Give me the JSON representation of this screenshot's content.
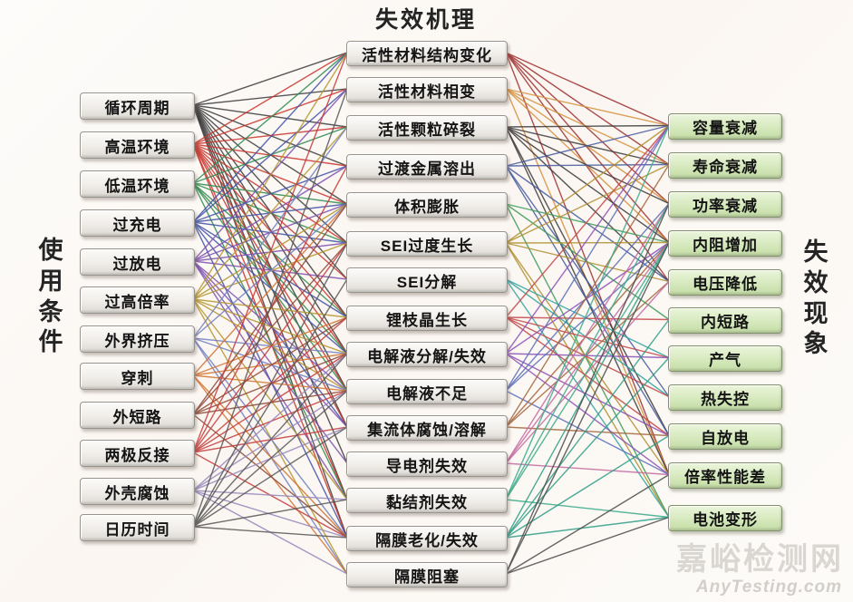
{
  "title": "失效机理",
  "left_column_label": "使用条件",
  "right_column_label": "失效现象",
  "watermark": {
    "site_name": "嘉峪检测网",
    "site_url": "AnyTesting.com"
  },
  "colors": {
    "background": "#fdfbf8",
    "condition_box": "#efece8",
    "mechanism_box": "#efece8",
    "phenomenon_box": "#d6e9bd",
    "text": "#141414"
  },
  "diagram": {
    "conditions": [
      {
        "label": "循环周期",
        "color": "#3b3b3b",
        "mechanism_links": [
          0,
          1,
          2,
          3,
          4,
          5,
          6,
          7,
          8,
          9,
          10,
          11,
          12,
          13
        ]
      },
      {
        "label": "高温环境",
        "color": "#c9342a",
        "mechanism_links": [
          0,
          1,
          2,
          3,
          4,
          5,
          6,
          7,
          8,
          9,
          10,
          12,
          13
        ]
      },
      {
        "label": "低温环境",
        "color": "#2e8b4f",
        "mechanism_links": [
          0,
          2,
          4,
          5,
          7,
          8,
          9,
          12
        ]
      },
      {
        "label": "过充电",
        "color": "#3f51a8",
        "mechanism_links": [
          0,
          1,
          3,
          4,
          5,
          7,
          8,
          10,
          13
        ]
      },
      {
        "label": "过放电",
        "color": "#7b4fae",
        "mechanism_links": [
          1,
          3,
          4,
          5,
          6,
          9,
          10,
          11,
          12
        ]
      },
      {
        "label": "过高倍率",
        "color": "#b5952c",
        "mechanism_links": [
          0,
          2,
          4,
          5,
          7,
          8,
          9,
          12,
          14
        ]
      },
      {
        "label": "外界挤压",
        "color": "#6f7fc0",
        "mechanism_links": [
          2,
          4,
          8,
          9,
          13,
          14
        ]
      },
      {
        "label": "穿刺",
        "color": "#d2722f",
        "mechanism_links": [
          4,
          7,
          8,
          9,
          13,
          14
        ]
      },
      {
        "label": "外短路",
        "color": "#8c4636",
        "mechanism_links": [
          4,
          5,
          7,
          8,
          9,
          13
        ]
      },
      {
        "label": "两极反接",
        "color": "#c43b3b",
        "mechanism_links": [
          0,
          3,
          5,
          7,
          8,
          9,
          10,
          13
        ]
      },
      {
        "label": "外壳腐蚀",
        "color": "#9386bb",
        "mechanism_links": [
          8,
          9,
          10,
          12,
          13,
          14
        ]
      },
      {
        "label": "日历时间",
        "color": "#565656",
        "mechanism_links": [
          1,
          5,
          6,
          8,
          9,
          10,
          12,
          13
        ]
      }
    ],
    "mechanisms": [
      {
        "label": "活性材料结构变化",
        "color": "#9e2f2f",
        "phenomenon_links": [
          0,
          1,
          2,
          3,
          4,
          9
        ]
      },
      {
        "label": "活性材料相变",
        "color": "#d58f3c",
        "phenomenon_links": [
          0,
          1,
          2,
          3,
          9
        ]
      },
      {
        "label": "活性颗粒碎裂",
        "color": "#3a3a3a",
        "phenomenon_links": [
          0,
          1,
          2,
          3,
          4,
          8,
          9
        ]
      },
      {
        "label": "过渡金属溶出",
        "color": "#44599f",
        "phenomenon_links": [
          0,
          1,
          4,
          7,
          8
        ]
      },
      {
        "label": "体积膨胀",
        "color": "#3c9a58",
        "phenomenon_links": [
          3,
          5,
          10
        ]
      },
      {
        "label": "SEI过度生长",
        "color": "#b08f2e",
        "phenomenon_links": [
          0,
          1,
          3,
          4,
          9,
          10
        ]
      },
      {
        "label": "SEI分解",
        "color": "#2fa3a0",
        "phenomenon_links": [
          6,
          7,
          10
        ]
      },
      {
        "label": "锂枝晶生长",
        "color": "#c24545",
        "phenomenon_links": [
          0,
          5,
          6,
          7,
          8
        ]
      },
      {
        "label": "电解液分解/失效",
        "color": "#8a4fb5",
        "phenomenon_links": [
          0,
          3,
          6,
          8,
          9
        ]
      },
      {
        "label": "电解液不足",
        "color": "#5a6fb8",
        "phenomenon_links": [
          0,
          2,
          3,
          9
        ]
      },
      {
        "label": "集流体腐蚀/溶解",
        "color": "#a4653c",
        "phenomenon_links": [
          1,
          3,
          4,
          8
        ]
      },
      {
        "label": "导电剂失效",
        "color": "#c468a0",
        "phenomenon_links": [
          2,
          3,
          4,
          9
        ]
      },
      {
        "label": "黏结剂失效",
        "color": "#3aa98a",
        "phenomenon_links": [
          0,
          2,
          3,
          10
        ]
      },
      {
        "label": "隔膜老化/失效",
        "color": "#2e9e86",
        "phenomenon_links": [
          3,
          5,
          6,
          8,
          10
        ]
      },
      {
        "label": "隔膜阻塞",
        "color": "#4a4a4a",
        "phenomenon_links": [
          2,
          3,
          9,
          10
        ]
      }
    ],
    "phenomena": [
      {
        "label": "容量衰减"
      },
      {
        "label": "寿命衰减"
      },
      {
        "label": "功率衰减"
      },
      {
        "label": "内阻增加"
      },
      {
        "label": "电压降低"
      },
      {
        "label": "内短路"
      },
      {
        "label": "产气"
      },
      {
        "label": "热失控"
      },
      {
        "label": "自放电"
      },
      {
        "label": "倍率性能差"
      },
      {
        "label": "电池变形"
      }
    ]
  }
}
